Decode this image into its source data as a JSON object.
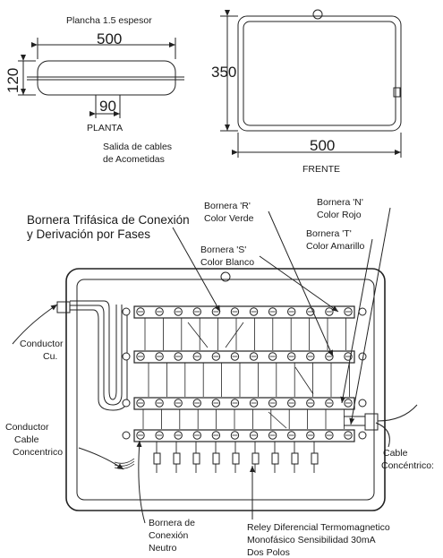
{
  "top": {
    "sheet_label": "Plancha 1.5 espesor",
    "plan_width": "500",
    "plan_height": "120",
    "plan_depth": "90",
    "plan_label": "PLANTA",
    "cable_exit_line1": "Salida de cables",
    "cable_exit_line2": "de Acometidas",
    "front_height": "350",
    "front_width": "500",
    "front_label": "FRENTE"
  },
  "labels": {
    "borne_trif_line1": "Bornera Trifásica de Conexión",
    "borne_trif_line2": "y Derivación por Fases",
    "borne_r_line1": "Bornera 'R'",
    "borne_r_line2": "Color Verde",
    "borne_n_line1": "Bornera 'N'",
    "borne_n_line2": "Color Rojo",
    "borne_s_line1": "Bornera 'S'",
    "borne_s_line2": "Color Blanco",
    "borne_t_line1": "Bornera 'T'",
    "borne_t_line2": "Color Amarillo",
    "conductor_cu_line1": "Conductor",
    "conductor_cu_line2": "Cu.",
    "conductor_cable_line1": "Conductor",
    "conductor_cable_line2": "Cable",
    "conductor_cable_line3": "Concentrico",
    "cable_conc_line1": "Cable",
    "cable_conc_line2": "Concéntrico:",
    "neutro_line1": "Bornera de",
    "neutro_line2": "Conexión",
    "neutro_line3": "Neutro",
    "relay_line1": "Reley Diferencial Termomagnetico",
    "relay_line2": "Monofásico Sensibilidad 30mA",
    "relay_line3": "Dos Polos"
  }
}
